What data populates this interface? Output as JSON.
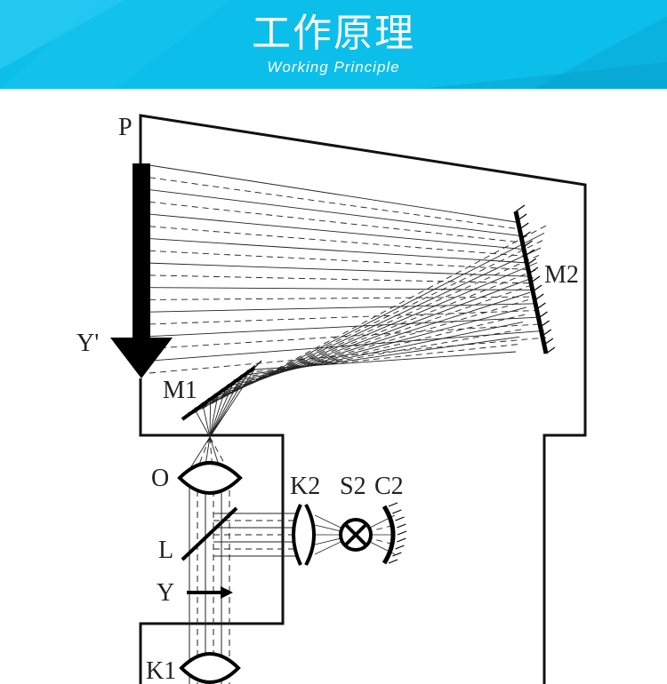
{
  "header": {
    "title": "工作原理",
    "subtitle": "Working Principle",
    "colors": {
      "primary": "#0cbfea",
      "dark": "#0aa6d4",
      "light": "#32d0f5"
    }
  },
  "diagram": {
    "labels": {
      "p": "P",
      "y_prime": "Y'",
      "m1": "M1",
      "m2": "M2",
      "o": "O",
      "k2": "K2",
      "s2": "S2",
      "c2": "C2",
      "l": "L",
      "y": "Y",
      "k1": "K1"
    }
  }
}
